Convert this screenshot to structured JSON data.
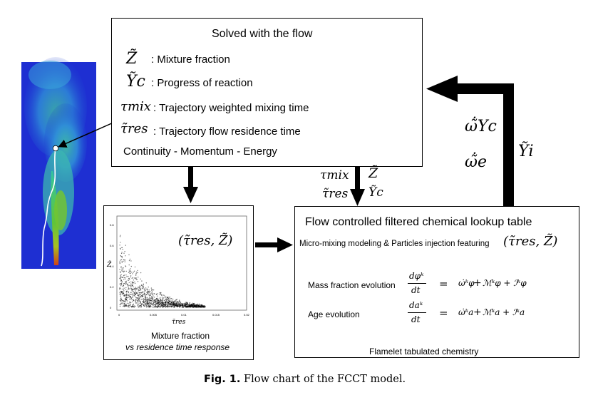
{
  "top_box": {
    "title": "Solved with the flow",
    "rows": [
      {
        "symbol": "Z̃",
        "label": ": Mixture fraction"
      },
      {
        "symbol": "Ỹc",
        "label": ": Progress of reaction"
      },
      {
        "symbol": "τmix",
        "label": ": Trajectory weighted mixing time"
      },
      {
        "symbol": "τ̃res",
        "label": ": Trajectory flow residence time"
      }
    ],
    "equations": "Continuity - Momentum - Energy"
  },
  "mid_labels": {
    "tau_mix": "τmix",
    "tau_res": "τ̃res",
    "z": "Z̃",
    "yc": "Ỹc"
  },
  "feedback_labels": {
    "omega_yc": "ω̃̇Yc",
    "omega_e": "ω̃̇e",
    "yi": "Ỹi"
  },
  "scatter_box": {
    "inset_label": "(τ̃res, Z̃)",
    "ylabel": "Z̃",
    "xlabel": "τ̃res",
    "x_ticks": [
      "0",
      "0.005",
      "0.01",
      "0.015",
      "0.02"
    ],
    "y_ticks": [
      "0.8",
      "0.6",
      "0.4",
      "0.2",
      "0"
    ],
    "caption_line1": "Mixture fraction",
    "caption_line2": "vs residence time response"
  },
  "lookup_box": {
    "title": "Flow controlled filtered chemical lookup table",
    "micro": "Micro-mixing modeling & Particles injection featuring",
    "micro_sym": "(τ̃res, Z̃)",
    "mass_label": "Mass fraction evolution",
    "age_label": "Age evolution",
    "mass_lhs_num": "dφᵏ",
    "mass_lhs_den": "dt",
    "age_lhs_num": "daᵏ",
    "age_lhs_den": "dt",
    "mass_rhs_a": "ω̇ᵏφ",
    "mass_rhs_b": "ℳᵏφ + ℐᵏφ",
    "age_rhs_a": "ω̇ᵏa",
    "age_rhs_b": "ℳᵏa + ℐᵏa",
    "eq": "=",
    "plus": "+",
    "flamelet": "Flamelet tabulated chemistry"
  },
  "caption": {
    "label": "Fig. 1.",
    "text": "Flow chart of the FCCT model."
  }
}
